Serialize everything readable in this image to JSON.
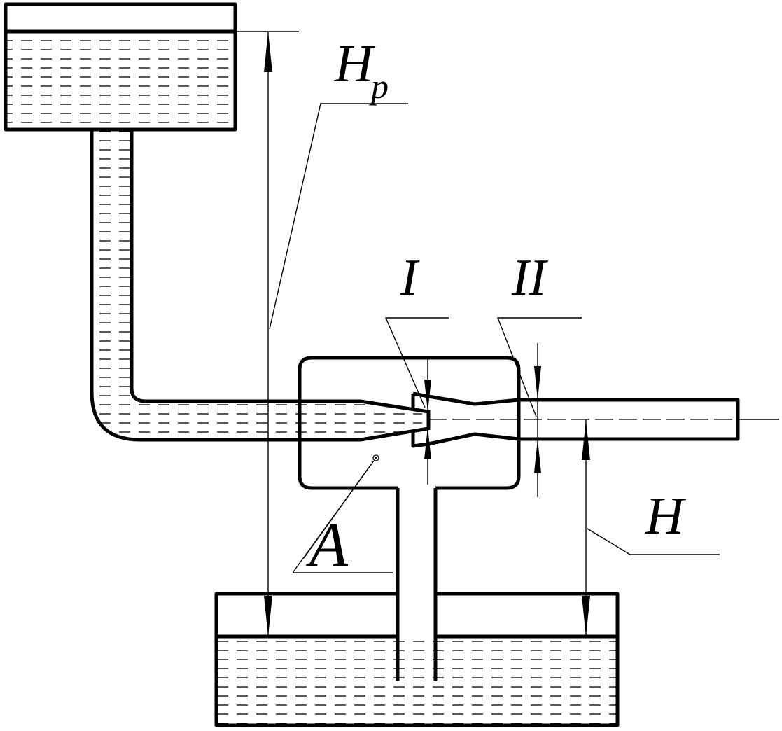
{
  "labels": {
    "hp_main": "H",
    "hp_sub": "p",
    "section_1": "I",
    "section_2": "II",
    "point_a": "A",
    "head_h": "H"
  }
}
